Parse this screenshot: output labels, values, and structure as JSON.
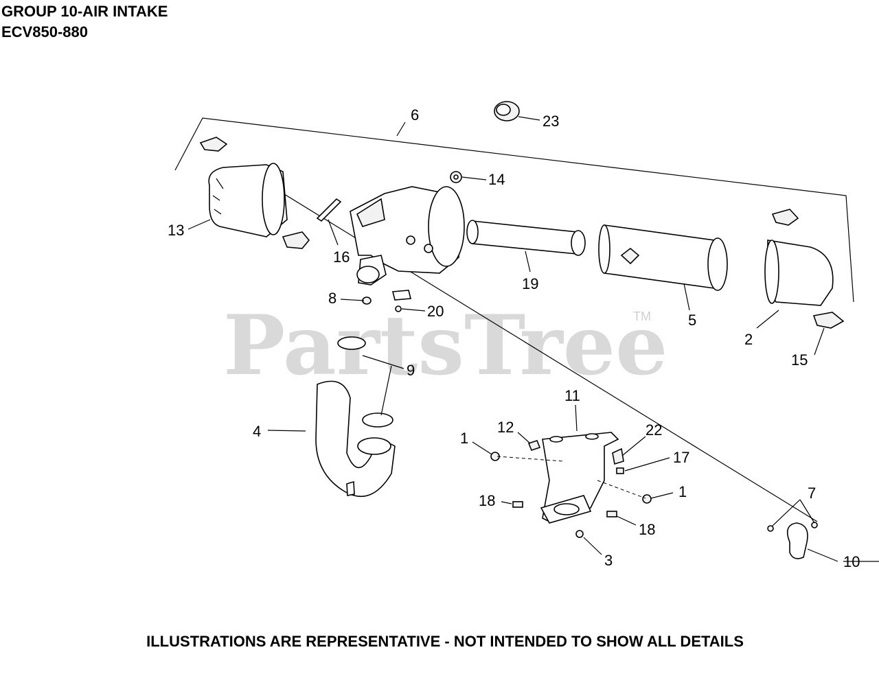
{
  "header": {
    "title": "GROUP 10-AIR INTAKE",
    "model": "ECV850-880"
  },
  "watermark": {
    "text": "PartsTree",
    "trademark": "TM"
  },
  "footer": {
    "note": "ILLUSTRATIONS ARE REPRESENTATIVE - NOT INTENDED TO SHOW ALL DETAILS"
  },
  "callouts": {
    "c1a": "1",
    "c1b": "1",
    "c2": "2",
    "c3": "3",
    "c4": "4",
    "c5": "5",
    "c6": "6",
    "c7": "7",
    "c8": "8",
    "c9": "9",
    "c10": "10",
    "c11": "11",
    "c12": "12",
    "c13": "13",
    "c14": "14",
    "c15": "15",
    "c16": "16",
    "c17": "17",
    "c18a": "18",
    "c18b": "18",
    "c19": "19",
    "c20": "20",
    "c22": "22",
    "c23": "23"
  }
}
